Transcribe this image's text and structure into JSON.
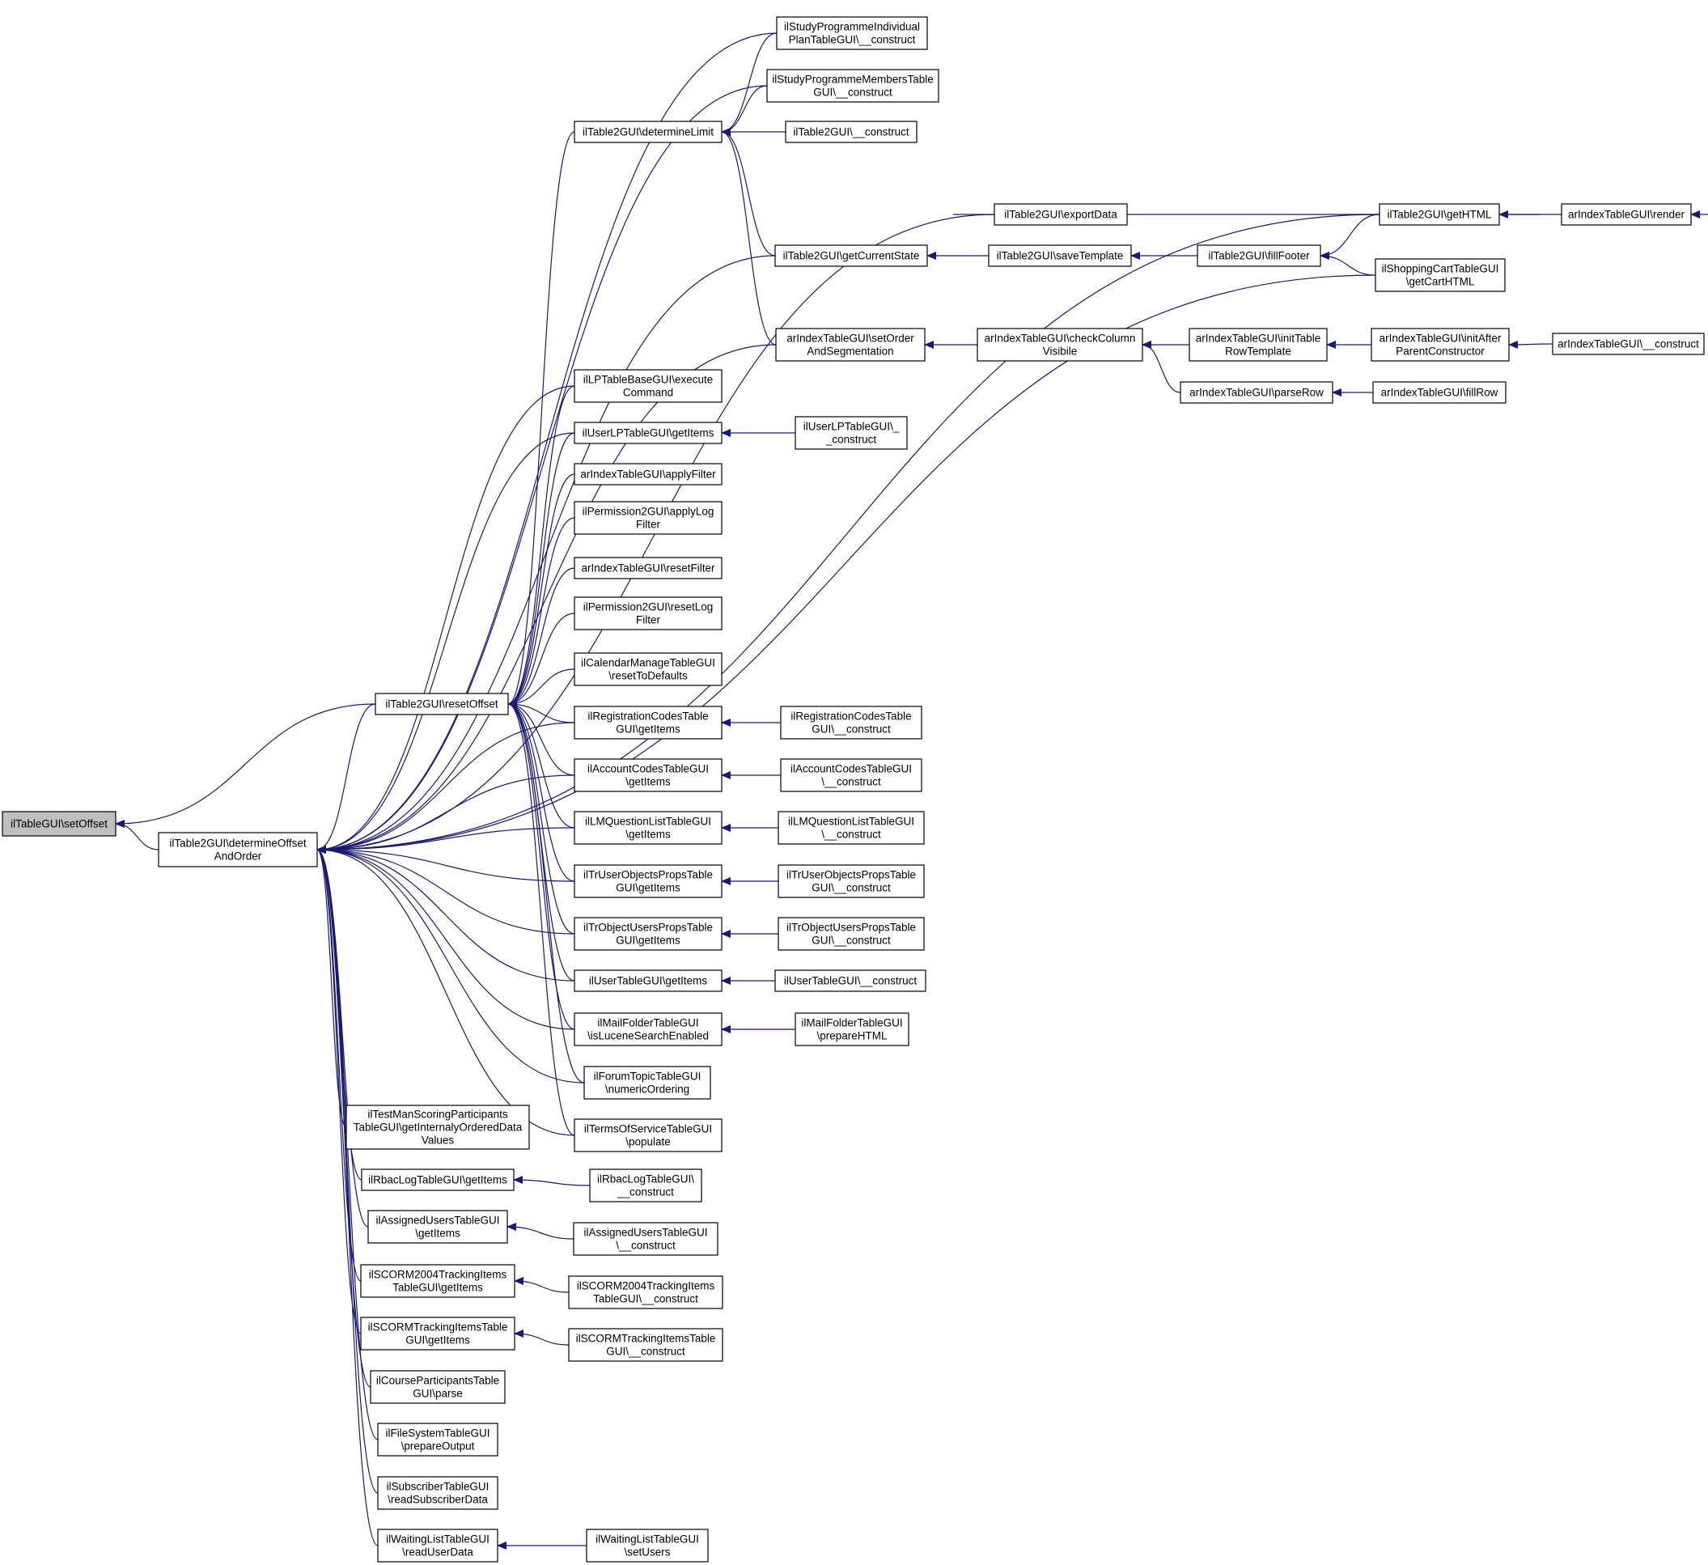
{
  "colors": {
    "edge": "#191970",
    "node_border": "#000000",
    "node_fill": "#ffffff",
    "focus_fill": "#bfbfbf"
  },
  "nodes": [
    {
      "id": "setOffset",
      "lines": [
        "ilTableGUI\\setOffset"
      ],
      "focus": true
    },
    {
      "id": "detOffsetOrder",
      "lines": [
        "ilTable2GUI\\determineOffset",
        "AndOrder"
      ]
    },
    {
      "id": "resetOffset",
      "lines": [
        "ilTable2GUI\\resetOffset"
      ]
    },
    {
      "id": "determineLimit",
      "lines": [
        "ilTable2GUI\\determineLimit"
      ]
    },
    {
      "id": "spIndivPlan",
      "lines": [
        "ilStudyProgrammeIndividual",
        "PlanTableGUI\\__construct"
      ]
    },
    {
      "id": "spMembers",
      "lines": [
        "ilStudyProgrammeMembersTable",
        "GUI\\__construct"
      ]
    },
    {
      "id": "t2Construct",
      "lines": [
        "ilTable2GUI\\__construct"
      ]
    },
    {
      "id": "exportData",
      "lines": [
        "ilTable2GUI\\exportData"
      ]
    },
    {
      "id": "getHTML",
      "lines": [
        "ilTable2GUI\\getHTML"
      ]
    },
    {
      "id": "arRender",
      "lines": [
        "arIndexTableGUI\\render"
      ]
    },
    {
      "id": "getCurrentState",
      "lines": [
        "ilTable2GUI\\getCurrentState"
      ]
    },
    {
      "id": "saveTemplate",
      "lines": [
        "ilTable2GUI\\saveTemplate"
      ]
    },
    {
      "id": "fillFooter",
      "lines": [
        "ilTable2GUI\\fillFooter"
      ]
    },
    {
      "id": "shopCart",
      "lines": [
        "ilShoppingCartTableGUI",
        "\\getCartHTML"
      ]
    },
    {
      "id": "arSetOrder",
      "lines": [
        "arIndexTableGUI\\setOrder",
        "AndSegmentation"
      ]
    },
    {
      "id": "arCheckCol",
      "lines": [
        "arIndexTableGUI\\checkColumn",
        "Visibile"
      ]
    },
    {
      "id": "arInitRow",
      "lines": [
        "arIndexTableGUI\\initTable",
        "RowTemplate"
      ]
    },
    {
      "id": "arInitAfter",
      "lines": [
        "arIndexTableGUI\\initAfter",
        "ParentConstructor"
      ]
    },
    {
      "id": "arConstruct",
      "lines": [
        "arIndexTableGUI\\__construct"
      ]
    },
    {
      "id": "arParseRow",
      "lines": [
        "arIndexTableGUI\\parseRow"
      ]
    },
    {
      "id": "arFillRow",
      "lines": [
        "arIndexTableGUI\\fillRow"
      ]
    },
    {
      "id": "lpExec",
      "lines": [
        "ilLPTableBaseGUI\\execute",
        "Command"
      ]
    },
    {
      "id": "userLPGet",
      "lines": [
        "ilUserLPTableGUI\\getItems"
      ]
    },
    {
      "id": "userLPCon",
      "lines": [
        "ilUserLPTableGUI\\_",
        "_construct"
      ]
    },
    {
      "id": "arApply",
      "lines": [
        "arIndexTableGUI\\applyFilter"
      ]
    },
    {
      "id": "permApply",
      "lines": [
        "ilPermission2GUI\\applyLog",
        "Filter"
      ]
    },
    {
      "id": "arReset",
      "lines": [
        "arIndexTableGUI\\resetFilter"
      ]
    },
    {
      "id": "permReset",
      "lines": [
        "ilPermission2GUI\\resetLog",
        "Filter"
      ]
    },
    {
      "id": "calReset",
      "lines": [
        "ilCalendarManageTableGUI",
        "\\resetToDefaults"
      ]
    },
    {
      "id": "regGet",
      "lines": [
        "ilRegistrationCodesTable",
        "GUI\\getItems"
      ]
    },
    {
      "id": "regCon",
      "lines": [
        "ilRegistrationCodesTable",
        "GUI\\__construct"
      ]
    },
    {
      "id": "accGet",
      "lines": [
        "ilAccountCodesTableGUI",
        "\\getItems"
      ]
    },
    {
      "id": "accCon",
      "lines": [
        "ilAccountCodesTableGUI",
        "\\__construct"
      ]
    },
    {
      "id": "lmqGet",
      "lines": [
        "ilLMQuestionListTableGUI",
        "\\getItems"
      ]
    },
    {
      "id": "lmqCon",
      "lines": [
        "ilLMQuestionListTableGUI",
        "\\__construct"
      ]
    },
    {
      "id": "truGet",
      "lines": [
        "ilTrUserObjectsPropsTable",
        "GUI\\getItems"
      ]
    },
    {
      "id": "truCon",
      "lines": [
        "ilTrUserObjectsPropsTable",
        "GUI\\__construct"
      ]
    },
    {
      "id": "troGet",
      "lines": [
        "ilTrObjectUsersPropsTable",
        "GUI\\getItems"
      ]
    },
    {
      "id": "troCon",
      "lines": [
        "ilTrObjectUsersPropsTable",
        "GUI\\__construct"
      ]
    },
    {
      "id": "userGet",
      "lines": [
        "ilUserTableGUI\\getItems"
      ]
    },
    {
      "id": "userCon",
      "lines": [
        "ilUserTableGUI\\__construct"
      ]
    },
    {
      "id": "mailLucene",
      "lines": [
        "ilMailFolderTableGUI",
        "\\isLuceneSearchEnabled"
      ]
    },
    {
      "id": "mailPrep",
      "lines": [
        "ilMailFolderTableGUI",
        "\\prepareHTML"
      ]
    },
    {
      "id": "forumNum",
      "lines": [
        "ilForumTopicTableGUI",
        "\\numericOrdering"
      ]
    },
    {
      "id": "termsPop",
      "lines": [
        "ilTermsOfServiceTableGUI",
        "\\populate"
      ]
    },
    {
      "id": "testMan",
      "lines": [
        "ilTestManScoringParticipants",
        "TableGUI\\getInternalyOrderedData",
        "Values"
      ]
    },
    {
      "id": "rbacGet",
      "lines": [
        "ilRbacLogTableGUI\\getItems"
      ]
    },
    {
      "id": "rbacCon",
      "lines": [
        "ilRbacLogTableGUI\\",
        "__construct"
      ]
    },
    {
      "id": "assGet",
      "lines": [
        "ilAssignedUsersTableGUI",
        "\\getItems"
      ]
    },
    {
      "id": "assCon",
      "lines": [
        "ilAssignedUsersTableGUI",
        "\\__construct"
      ]
    },
    {
      "id": "sc2004Get",
      "lines": [
        "ilSCORM2004TrackingItems",
        "TableGUI\\getItems"
      ]
    },
    {
      "id": "sc2004Con",
      "lines": [
        "ilSCORM2004TrackingItems",
        "TableGUI\\__construct"
      ]
    },
    {
      "id": "scGet",
      "lines": [
        "ilSCORMTrackingItemsTable",
        "GUI\\getItems"
      ]
    },
    {
      "id": "scCon",
      "lines": [
        "ilSCORMTrackingItemsTable",
        "GUI\\__construct"
      ]
    },
    {
      "id": "coursePart",
      "lines": [
        "ilCourseParticipantsTable",
        "GUI\\parse"
      ]
    },
    {
      "id": "fileSys",
      "lines": [
        "ilFileSystemTableGUI",
        "\\prepareOutput"
      ]
    },
    {
      "id": "subscriber",
      "lines": [
        "ilSubscriberTableGUI",
        "\\readSubscriberData"
      ]
    },
    {
      "id": "waitRead",
      "lines": [
        "ilWaitingListTableGUI",
        "\\readUserData"
      ]
    },
    {
      "id": "waitSet",
      "lines": [
        "ilWaitingListTableGUI",
        "\\setUsers"
      ]
    }
  ],
  "edges": [
    [
      "detOffsetOrder",
      "setOffset"
    ],
    [
      "resetOffset",
      "setOffset"
    ],
    [
      "resetOffset",
      "detOffsetOrder"
    ],
    [
      "determineLimit",
      "resetOffset"
    ],
    [
      "spIndivPlan",
      "determineLimit"
    ],
    [
      "spMembers",
      "determineLimit"
    ],
    [
      "t2Construct",
      "determineLimit"
    ],
    [
      "getCurrentState",
      "determineLimit"
    ],
    [
      "arSetOrder",
      "determineLimit"
    ],
    [
      "spIndivPlan",
      "detOffsetOrder"
    ],
    [
      "spMembers",
      "detOffsetOrder"
    ],
    [
      "getHTML",
      "detOffsetOrder"
    ],
    [
      "exportData",
      "detOffsetOrder"
    ],
    [
      "getCurrentState",
      "detOffsetOrder"
    ],
    [
      "shopCart",
      "detOffsetOrder"
    ],
    [
      "arSetOrder",
      "detOffsetOrder"
    ],
    [
      "lpExec",
      "detOffsetOrder"
    ],
    [
      "userLPGet",
      "detOffsetOrder"
    ],
    [
      "exportData",
      "getHTML"
    ],
    [
      "getHTML",
      "arRender"
    ],
    [
      "saveTemplate",
      "getCurrentState"
    ],
    [
      "fillFooter",
      "saveTemplate"
    ],
    [
      "getHTML",
      "fillFooter"
    ],
    [
      "shopCart",
      "fillFooter"
    ],
    [
      "arCheckCol",
      "arSetOrder"
    ],
    [
      "arInitRow",
      "arCheckCol"
    ],
    [
      "arParseRow",
      "arCheckCol"
    ],
    [
      "arInitAfter",
      "arInitRow"
    ],
    [
      "arConstruct",
      "arInitAfter"
    ],
    [
      "arFillRow",
      "arParseRow"
    ],
    [
      "lpExec",
      "resetOffset"
    ],
    [
      "userLPGet",
      "resetOffset"
    ],
    [
      "arApply",
      "resetOffset"
    ],
    [
      "permApply",
      "resetOffset"
    ],
    [
      "arReset",
      "resetOffset"
    ],
    [
      "permReset",
      "resetOffset"
    ],
    [
      "calReset",
      "resetOffset"
    ],
    [
      "regGet",
      "resetOffset"
    ],
    [
      "accGet",
      "resetOffset"
    ],
    [
      "lmqGet",
      "resetOffset"
    ],
    [
      "truGet",
      "resetOffset"
    ],
    [
      "troGet",
      "resetOffset"
    ],
    [
      "userGet",
      "resetOffset"
    ],
    [
      "mailLucene",
      "resetOffset"
    ],
    [
      "forumNum",
      "resetOffset"
    ],
    [
      "termsPop",
      "resetOffset"
    ],
    [
      "userLPCon",
      "userLPGet"
    ],
    [
      "regCon",
      "regGet"
    ],
    [
      "accCon",
      "accGet"
    ],
    [
      "lmqCon",
      "lmqGet"
    ],
    [
      "truCon",
      "truGet"
    ],
    [
      "troCon",
      "troGet"
    ],
    [
      "userCon",
      "userGet"
    ],
    [
      "mailPrep",
      "mailLucene"
    ],
    [
      "regGet",
      "detOffsetOrder"
    ],
    [
      "accGet",
      "detOffsetOrder"
    ],
    [
      "lmqGet",
      "detOffsetOrder"
    ],
    [
      "truGet",
      "detOffsetOrder"
    ],
    [
      "troGet",
      "detOffsetOrder"
    ],
    [
      "userGet",
      "detOffsetOrder"
    ],
    [
      "mailLucene",
      "detOffsetOrder"
    ],
    [
      "forumNum",
      "detOffsetOrder"
    ],
    [
      "termsPop",
      "detOffsetOrder"
    ],
    [
      "testMan",
      "detOffsetOrder"
    ],
    [
      "rbacGet",
      "detOffsetOrder"
    ],
    [
      "assGet",
      "detOffsetOrder"
    ],
    [
      "sc2004Get",
      "detOffsetOrder"
    ],
    [
      "scGet",
      "detOffsetOrder"
    ],
    [
      "coursePart",
      "detOffsetOrder"
    ],
    [
      "fileSys",
      "detOffsetOrder"
    ],
    [
      "subscriber",
      "detOffsetOrder"
    ],
    [
      "waitRead",
      "detOffsetOrder"
    ],
    [
      "rbacCon",
      "rbacGet"
    ],
    [
      "assCon",
      "assGet"
    ],
    [
      "sc2004Con",
      "sc2004Get"
    ],
    [
      "scCon",
      "scGet"
    ],
    [
      "waitSet",
      "waitRead"
    ]
  ]
}
